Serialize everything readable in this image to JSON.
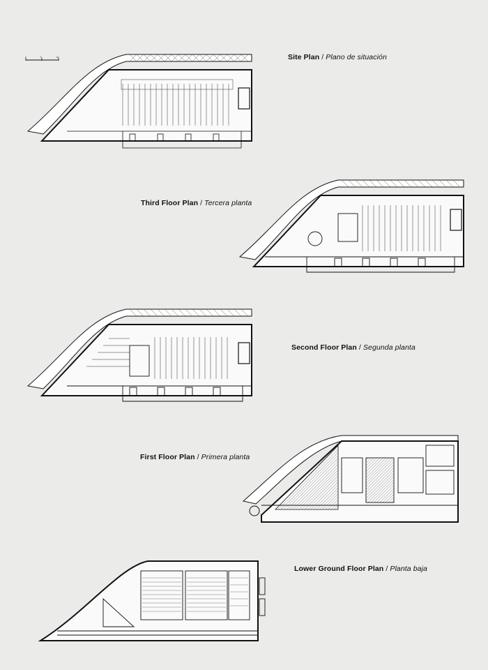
{
  "scale_bar": {
    "ticks": [
      "0",
      "5",
      "10"
    ]
  },
  "plans": [
    {
      "id": "site",
      "title_en": "Site Plan",
      "separator": "/",
      "title_es": "Plano de situación"
    },
    {
      "id": "third",
      "title_en": "Third Floor Plan",
      "separator": "/",
      "title_es": "Tercera planta"
    },
    {
      "id": "second",
      "title_en": "Second Floor Plan",
      "separator": "/",
      "title_es": "Segunda planta"
    },
    {
      "id": "first",
      "title_en": "First Floor Plan",
      "separator": "/",
      "title_es": "Primera planta"
    },
    {
      "id": "lower",
      "title_en": "Lower Ground Floor Plan",
      "separator": "/",
      "title_es": "Planta baja"
    }
  ]
}
